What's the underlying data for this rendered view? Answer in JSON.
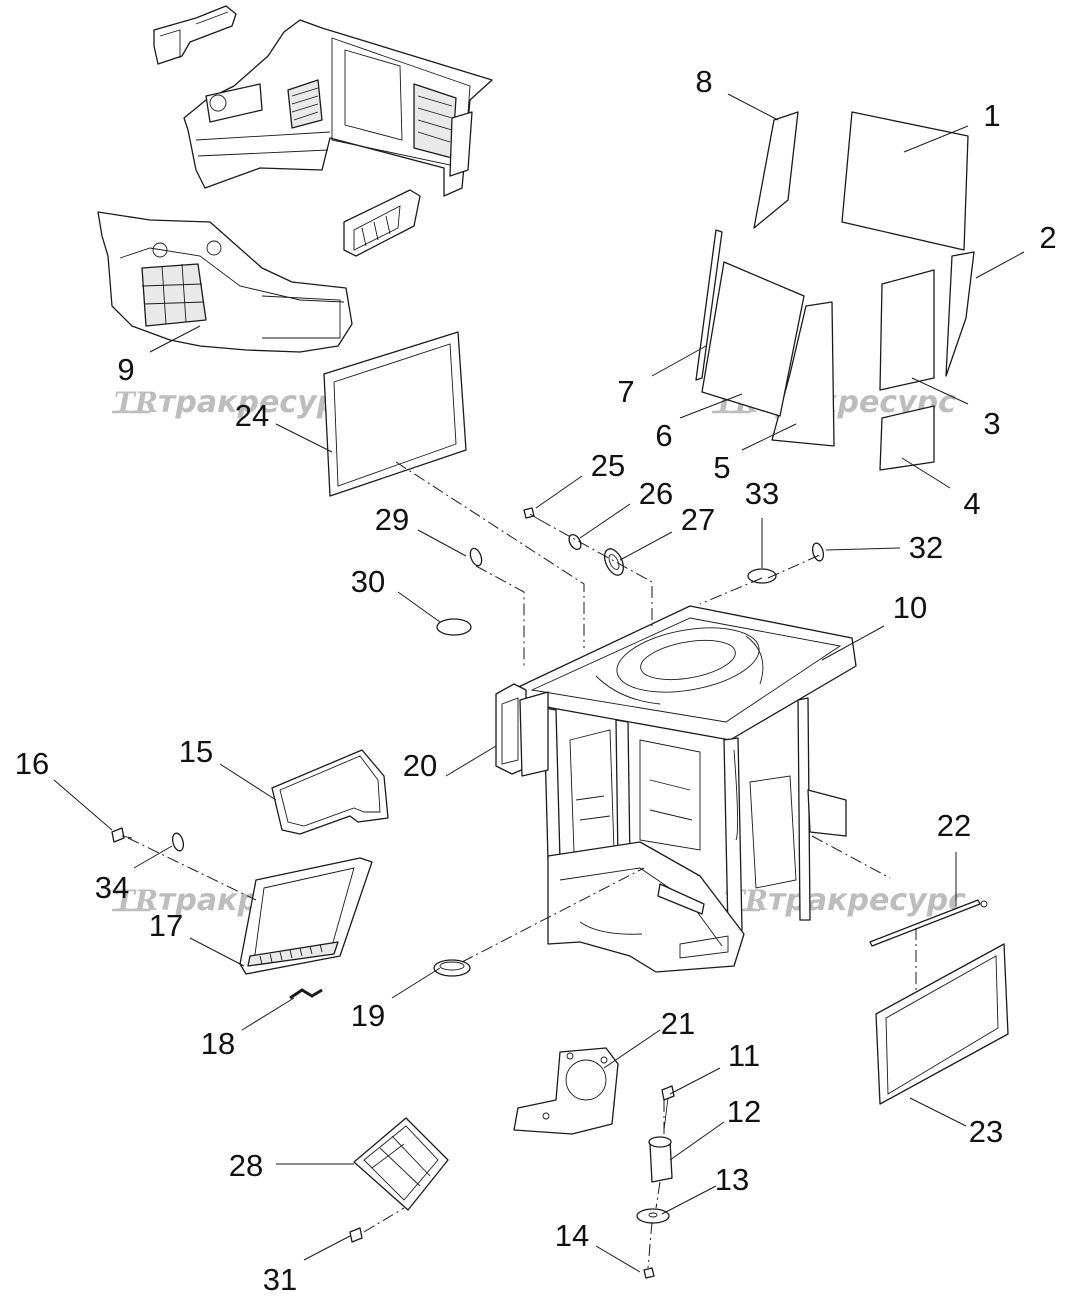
{
  "watermark": {
    "logo": "TR",
    "text": "тракресурс"
  },
  "callouts": {
    "c1": "1",
    "c2": "2",
    "c3": "3",
    "c4": "4",
    "c5": "5",
    "c6": "6",
    "c7": "7",
    "c8": "8",
    "c9": "9",
    "c10": "10",
    "c11": "11",
    "c12": "12",
    "c13": "13",
    "c14": "14",
    "c15": "15",
    "c16": "16",
    "c17": "17",
    "c18": "18",
    "c19": "19",
    "c20": "20",
    "c21": "21",
    "c22": "22",
    "c23": "23",
    "c24": "24",
    "c25": "25",
    "c26": "26",
    "c27": "27",
    "c28": "28",
    "c29": "29",
    "c30": "30",
    "c31": "31",
    "c32": "32",
    "c33": "33",
    "c34": "34"
  }
}
